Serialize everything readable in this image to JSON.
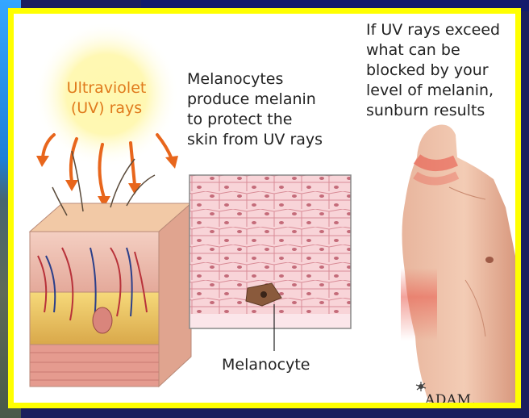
{
  "uv_label": "Ultraviolet\n(UV) rays",
  "melanocyte_caption": "Melanocytes\nproduce melanin\nto protect the\nskin from UV rays",
  "sunburn_caption": "If UV rays exceed\nwhat can be\nblocked by your\nlevel of melanin,\nsunburn results",
  "callout": "Melanocyte",
  "logo": "ADAM.",
  "colors": {
    "frame": "#ffff00",
    "uv_text": "#e07a1c",
    "arrow": "#e8661c",
    "skin": "#e8a98a",
    "sunburn": "#e8574a"
  }
}
